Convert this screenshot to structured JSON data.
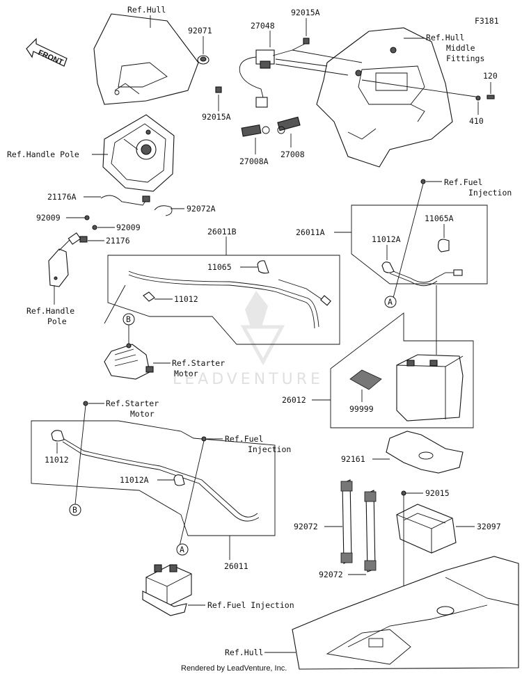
{
  "figure_code": "F3181",
  "front_label": "FRONT",
  "footer": "Rendered by LeadVenture, Inc.",
  "watermark": "LEADVENTURE",
  "labels": {
    "ref_hull_top": "Ref.Hull",
    "p92071": "92071",
    "p27048": "27048",
    "p92015A_top": "92015A",
    "ref_hull_middle_1": "Ref.Hull",
    "ref_hull_middle_2": "Middle",
    "ref_hull_middle_3": "Fittings",
    "p120": "120",
    "p410": "410",
    "p92015A_left": "92015A",
    "p27008A": "27008A",
    "p27008": "27008",
    "ref_handle_pole_top": "Ref.Handle Pole",
    "p21176A": "21176A",
    "p92009_a": "92009",
    "p92072A": "92072A",
    "p92009_b": "92009",
    "p21176": "21176",
    "ref_handle_pole_1": "Ref.Handle",
    "ref_handle_pole_2": "Pole",
    "p26011B": "26011B",
    "p11065": "11065",
    "p11012_top": "11012",
    "ref_fuel_inj_top_1": "Ref.Fuel",
    "ref_fuel_inj_top_2": "Injection",
    "p26011A": "26011A",
    "p11012A_top": "11012A",
    "p11065A": "11065A",
    "circle_A_top": "A",
    "circle_B_top": "B",
    "ref_starter_1": "Ref.Starter",
    "ref_starter_2": "Motor",
    "p26012": "26012",
    "p99999": "99999",
    "ref_starter_low_1": "Ref.Starter",
    "ref_starter_low_2": "Motor",
    "p11012_low": "11012",
    "ref_fuel_inj_mid_1": "Ref.Fuel",
    "ref_fuel_inj_mid_2": "Injection",
    "p11012A_low": "11012A",
    "circle_B_low": "B",
    "p26011": "26011",
    "circle_A_low": "A",
    "ref_fuel_inj_low": "Ref.Fuel Injection",
    "p92161": "92161",
    "p92015": "92015",
    "p92072_a": "92072",
    "p32097": "32097",
    "p92072_b": "92072",
    "ref_hull_bottom": "Ref.Hull"
  }
}
